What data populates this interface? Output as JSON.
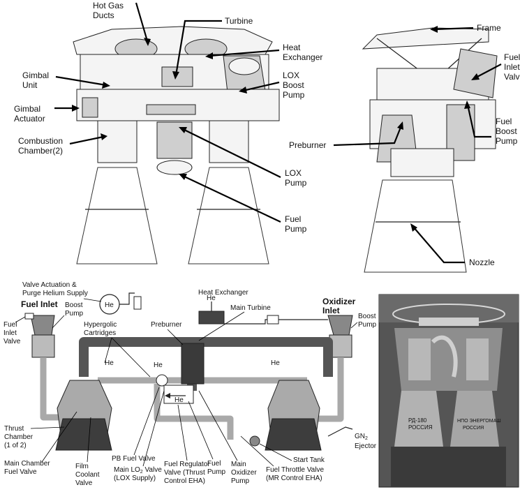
{
  "top_left_labels": {
    "hot_gas_ducts": [
      "Hot Gas",
      "Ducts"
    ],
    "turbine": "Turbine",
    "heat_exchanger": [
      "Heat",
      "Exchanger"
    ],
    "gimbal_unit": [
      "Gimbal",
      "Unit"
    ],
    "lox_boost_pump": [
      "LOX",
      "Boost",
      "Pump"
    ],
    "gimbal_actuator": [
      "Gimbal",
      "Actuator"
    ],
    "combustion_chamber": [
      "Combustion",
      "Chamber(2)"
    ],
    "lox_pump": [
      "LOX",
      "Pump"
    ],
    "fuel_pump": [
      "Fuel",
      "Pump"
    ]
  },
  "top_right_labels": {
    "frame": "Frame",
    "fuel_inlet_valve": [
      "Fuel",
      "Inlet",
      "Valve"
    ],
    "preburner": "Preburner",
    "fuel_boost_pump": [
      "Fuel",
      "Boost",
      "Pump"
    ],
    "nozzle": "Nozzle"
  },
  "schematic_labels": {
    "valve_actuation": [
      "Valve Actuation &",
      "Purge Helium Supply"
    ],
    "he": "He",
    "heat_exchanger": "Heat Exchanger",
    "main_turbine": "Main Turbine",
    "fuel_inlet": "Fuel Inlet",
    "oxidizer_inlet": [
      "Oxidizer",
      "Inlet"
    ],
    "boost_pump_left": [
      "Boost",
      "Pump"
    ],
    "boost_pump_right": [
      "Boost",
      "Pump"
    ],
    "fuel_inlet_valve": [
      "Fuel",
      "Inlet",
      "Valve"
    ],
    "hypergolic": [
      "Hypergolic",
      "Cartridges"
    ],
    "preburner": "Preburner",
    "thrust_chamber": [
      "Thrust",
      "Chamber",
      "(1 of 2)"
    ],
    "main_chamber_fuel_valve": [
      "Main Chamber",
      "Fuel Valve"
    ],
    "film_coolant_valve": [
      "Film",
      "Coolant",
      "Valve"
    ],
    "pb_fuel_valve": "PB Fuel Valve",
    "main_lo2_valve": [
      "Main LO",
      "2",
      " Valve",
      "(LOX Supply)"
    ],
    "fuel_regulator": [
      "Fuel Regulator",
      "Valve (Thrust",
      "Control EHA)"
    ],
    "fuel_pump": [
      "Fuel",
      "Pump"
    ],
    "main_oxidizer_pump": [
      "Main",
      "Oxidizer",
      "Pump"
    ],
    "start_tank": "Start Tank",
    "fuel_throttle": [
      "Fuel Throttle Valve",
      "(MR Control EHA)"
    ],
    "gn2_ejector": [
      "GN",
      "2",
      "Ejector"
    ]
  },
  "photo_labels": {
    "nozzle_text_left": [
      "РД-180",
      "РОССИЯ"
    ],
    "nozzle_text_right": [
      "НПО ЭНЕРГОМАШ",
      "РОССИЯ"
    ]
  }
}
